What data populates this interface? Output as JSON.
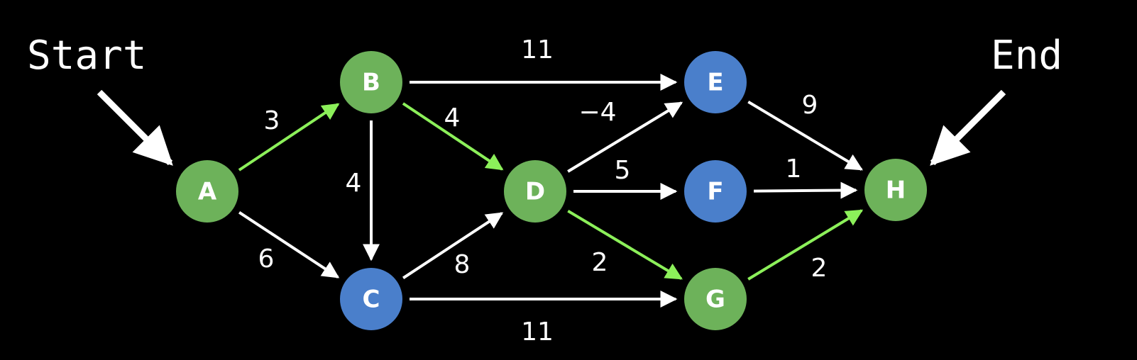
{
  "labels": {
    "start": "Start",
    "end": "End"
  },
  "colors": {
    "background": "#000000",
    "green_node": "#6db25a",
    "blue_node": "#4a7fcb",
    "edge": "#ffffff",
    "highlight_edge": "#8cf05a",
    "text": "#ffffff"
  },
  "nodes": [
    {
      "id": "A",
      "label": "A",
      "color": "green"
    },
    {
      "id": "B",
      "label": "B",
      "color": "green"
    },
    {
      "id": "C",
      "label": "C",
      "color": "blue"
    },
    {
      "id": "D",
      "label": "D",
      "color": "green"
    },
    {
      "id": "E",
      "label": "E",
      "color": "blue"
    },
    {
      "id": "F",
      "label": "F",
      "color": "blue"
    },
    {
      "id": "G",
      "label": "G",
      "color": "green"
    },
    {
      "id": "H",
      "label": "H",
      "color": "green"
    }
  ],
  "edges": [
    {
      "from": "A",
      "to": "B",
      "weight": "3",
      "highlight": true
    },
    {
      "from": "A",
      "to": "C",
      "weight": "6",
      "highlight": false
    },
    {
      "from": "B",
      "to": "C",
      "weight": "4",
      "highlight": false
    },
    {
      "from": "B",
      "to": "D",
      "weight": "4",
      "highlight": true
    },
    {
      "from": "B",
      "to": "E",
      "weight": "11",
      "highlight": false
    },
    {
      "from": "C",
      "to": "D",
      "weight": "8",
      "highlight": false
    },
    {
      "from": "C",
      "to": "G",
      "weight": "11",
      "highlight": false
    },
    {
      "from": "D",
      "to": "E",
      "weight": "−4",
      "highlight": false
    },
    {
      "from": "D",
      "to": "F",
      "weight": "5",
      "highlight": false
    },
    {
      "from": "D",
      "to": "G",
      "weight": "2",
      "highlight": true
    },
    {
      "from": "E",
      "to": "H",
      "weight": "9",
      "highlight": false
    },
    {
      "from": "F",
      "to": "H",
      "weight": "1",
      "highlight": false
    },
    {
      "from": "G",
      "to": "H",
      "weight": "2",
      "highlight": true
    }
  ]
}
